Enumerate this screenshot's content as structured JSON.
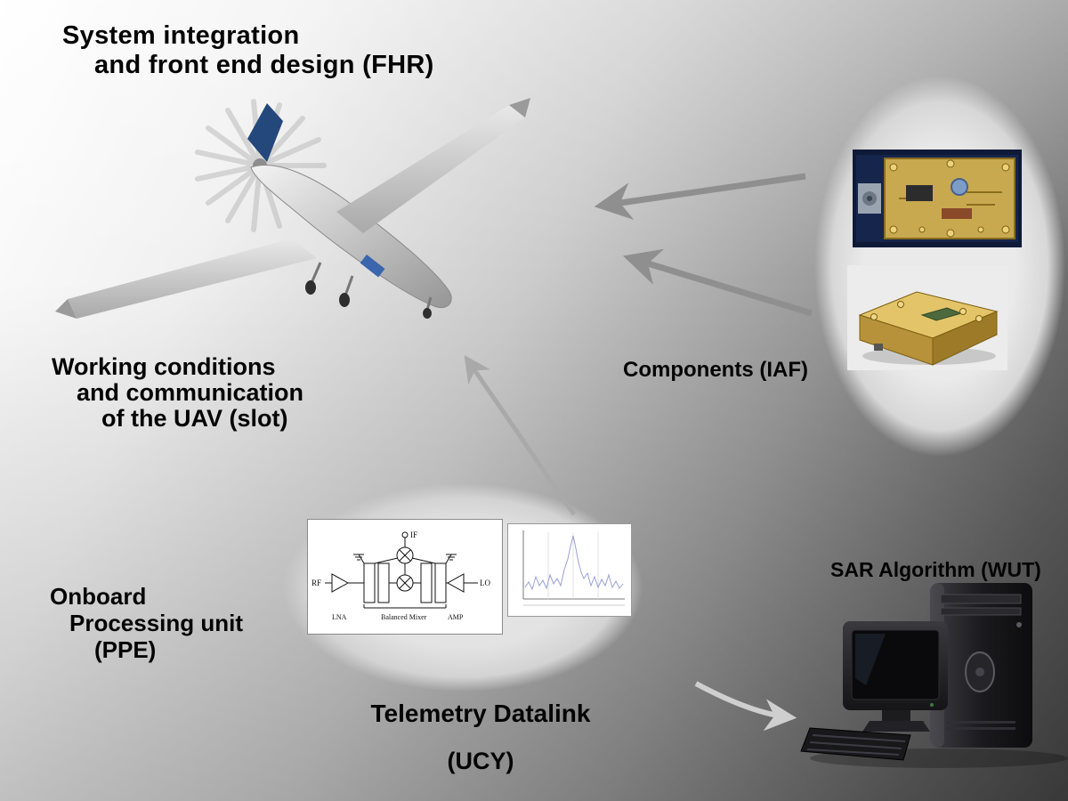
{
  "title": {
    "line1": "System integration",
    "line2": "and front end design (FHR)"
  },
  "working_conditions": {
    "line1": "Working conditions",
    "line2": "and communication",
    "line3": "of the UAV (slot)"
  },
  "components_label": "Components (IAF)",
  "onboard_unit": {
    "line1": "Onboard",
    "line2": "Processing unit",
    "line3": "(PPE)"
  },
  "telemetry": {
    "line1": "Telemetry Datalink",
    "line2": "(UCY)"
  },
  "sar_label": "SAR Algorithm (WUT)",
  "circuit_diagram": {
    "rf_label": "RF",
    "lo_label": "LO",
    "if_label": "IF",
    "lna_label": "LNA",
    "mixer_label": "Balanced Mixer",
    "amp_label": "AMP"
  },
  "colors": {
    "background_top": "#ffffff",
    "background_bottom": "#454545",
    "arrow_gray": "#8f8f8f",
    "ellipse_fill": "#dcdcdc",
    "tail_fin_blue": "#24487c"
  }
}
